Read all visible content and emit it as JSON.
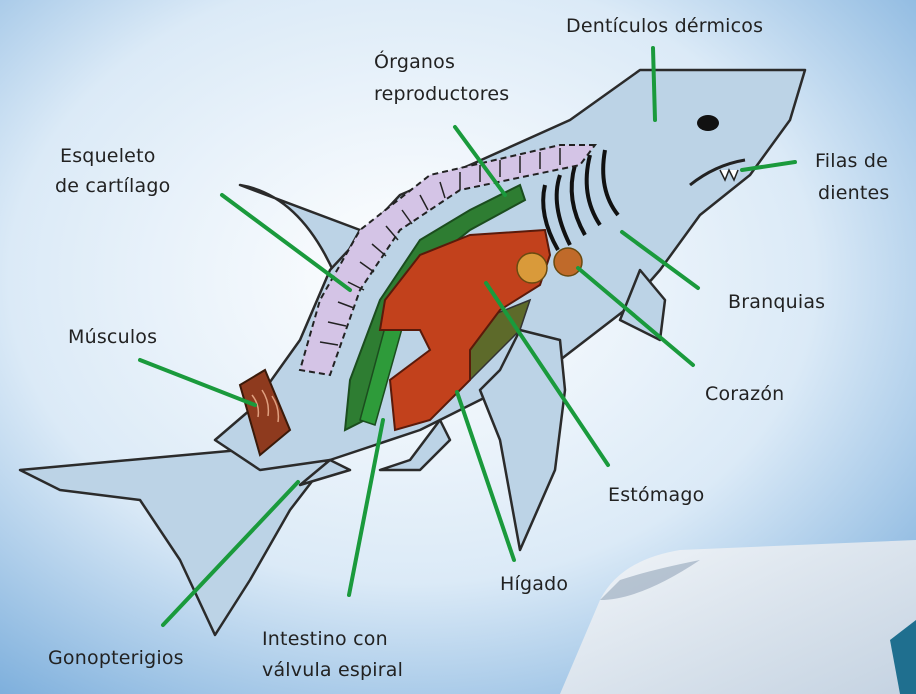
{
  "labels": {
    "denticulos": "Dentículos dérmicos",
    "organos_1": "Órganos",
    "organos_2": "reproductores",
    "esqueleto_1": "Esqueleto",
    "esqueleto_2": "de cartílago",
    "filas_1": "Filas de",
    "filas_2": "dientes",
    "branquias": "Branquias",
    "musculos": "Músculos",
    "corazon": "Corazón",
    "estomago": "Estómago",
    "higado": "Hígado",
    "gonopterigios": "Gonopterigios",
    "intestino_1": "Intestino con",
    "intestino_2": "válvula espiral"
  },
  "colors": {
    "leader_line": "#1a9a3c",
    "shark_body": "#bcd3e6",
    "stomach": "#c2411c",
    "reproductive": "#2e7d32",
    "cartilage": "#d4c4e6",
    "heart": "#d99a3a",
    "liver": "#5d6a2a",
    "muscle": "#8e3a1e"
  }
}
